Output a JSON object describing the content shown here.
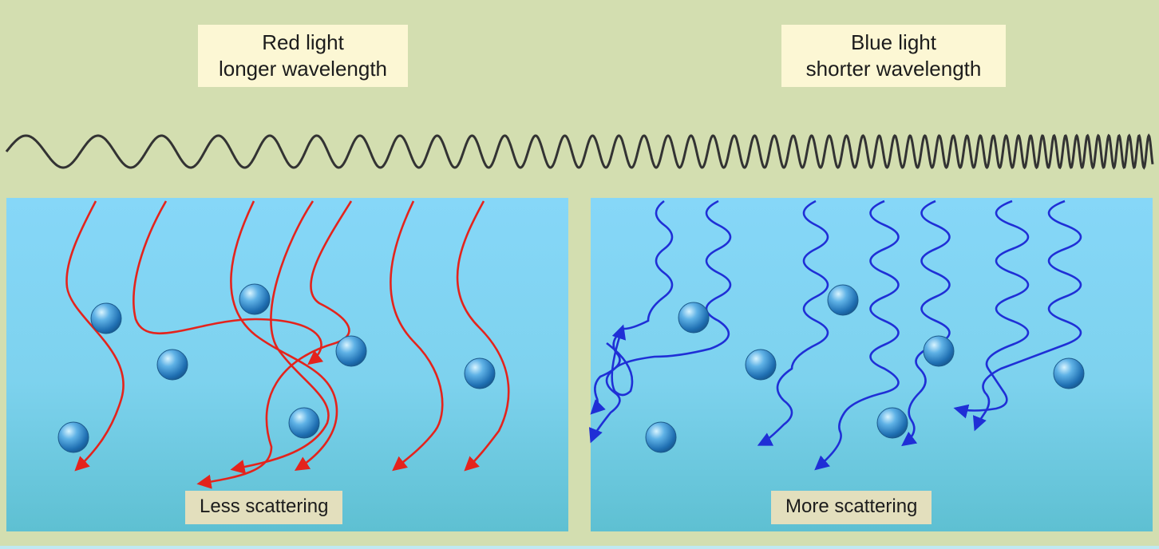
{
  "red_box": {
    "line1": "Red light",
    "line2": "longer wavelength"
  },
  "blue_box": {
    "line1": "Blue light",
    "line2": "shorter wavelength"
  },
  "left_caption": "Less scattering",
  "right_caption": "More scattering",
  "colors": {
    "background": "#d3deb0",
    "label_box": "#fcf7d4",
    "caption_box": "#e3dfbd",
    "panel_top": "#84d6f7",
    "panel_bottom": "#5fc1d3",
    "red_ray": "#e4231c",
    "blue_ray": "#1f2fd6",
    "particle": "#2a84c6",
    "wave": "#333333"
  }
}
